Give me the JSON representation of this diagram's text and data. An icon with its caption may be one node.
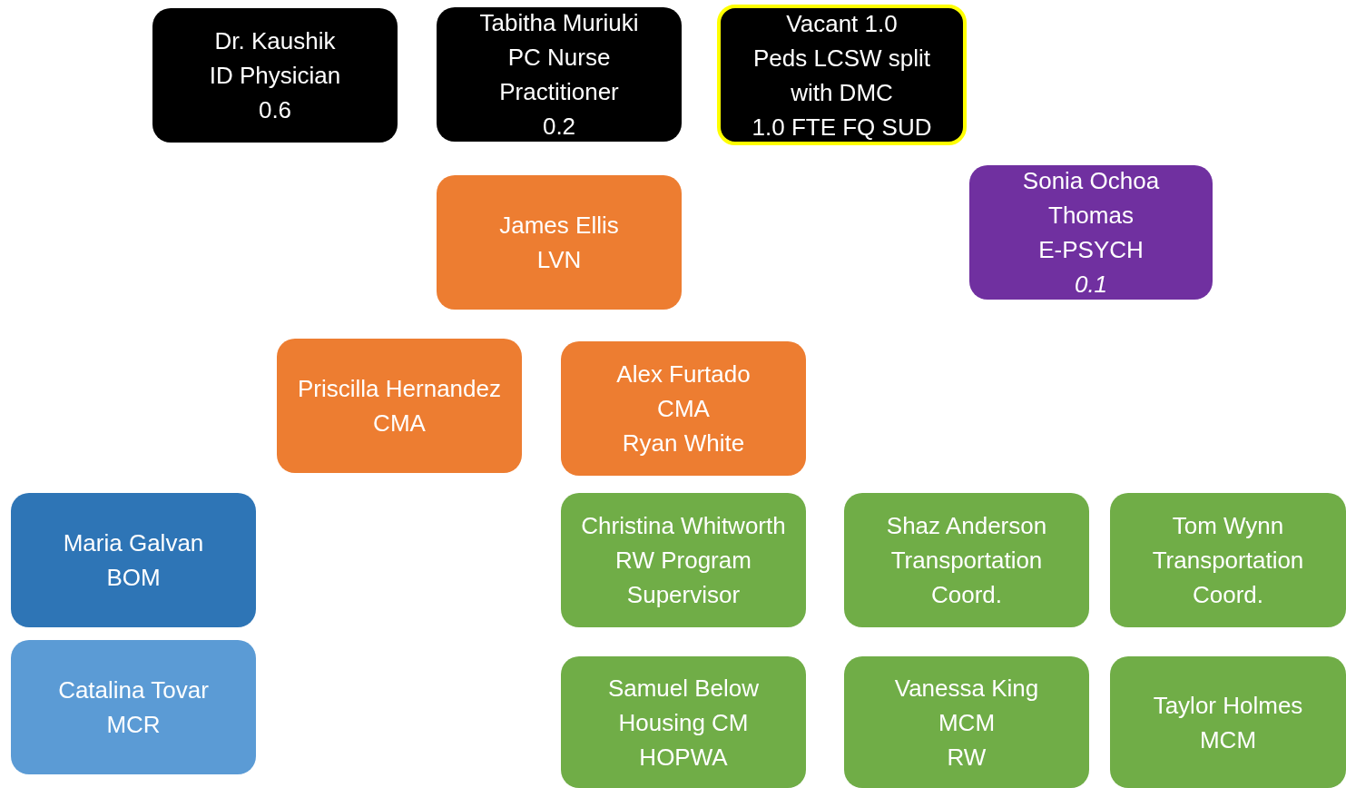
{
  "diagram": {
    "nodes": [
      {
        "text": [
          "Dr. Kaushik",
          "ID Physician",
          "0.6"
        ]
      },
      {
        "text": [
          "Tabitha Muriuki",
          "PC Nurse Practitioner",
          "0.2"
        ]
      },
      {
        "text": [
          "Vacant 1.0",
          "Peds LCSW split with DMC",
          "1.0 FTE FQ SUD"
        ]
      },
      {
        "text": [
          "Sonia Ochoa Thomas",
          "E-PSYCH",
          "*0.1*"
        ]
      },
      {
        "text": [
          "James Ellis",
          "LVN"
        ]
      },
      {
        "text": [
          "Priscilla Hernandez",
          "CMA"
        ]
      },
      {
        "text": [
          "Alex Furtado",
          "CMA",
          "Ryan White"
        ]
      },
      {
        "text": [
          "Maria Galvan",
          "BOM"
        ]
      },
      {
        "text": [
          "Catalina Tovar",
          "MCR"
        ]
      },
      {
        "text": [
          "Christina Whitworth",
          "RW Program Supervisor"
        ]
      },
      {
        "text": [
          "Shaz Anderson",
          "Transportation Coord."
        ]
      },
      {
        "text": [
          "Tom Wynn",
          "Transportation Coord."
        ]
      },
      {
        "text": [
          "Samuel Below",
          "Housing CM",
          "HOPWA"
        ]
      },
      {
        "text": [
          "Vanessa King",
          "MCM",
          "RW"
        ]
      },
      {
        "text": [
          "Taylor Holmes",
          "MCM"
        ]
      }
    ]
  }
}
